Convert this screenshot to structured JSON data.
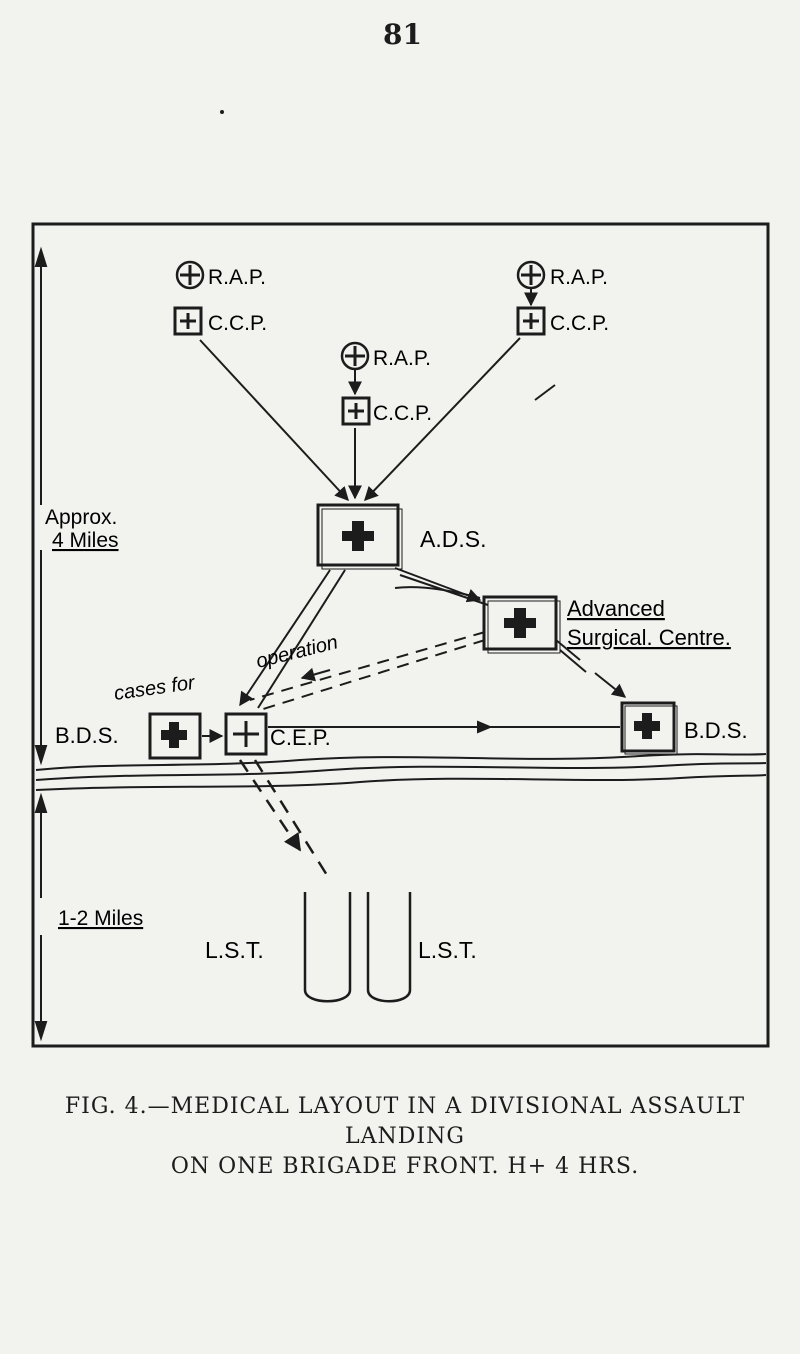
{
  "page_number": "81",
  "labels": {
    "rap": "R.A.P.",
    "ccp": "C.C.P.",
    "ads": "A.D.S.",
    "advanced": "Advanced",
    "surgical_centre": "Surgical. Centre.",
    "cases_for": "cases for",
    "operation": "operation",
    "bds": "B.D.S.",
    "cep": "C.E.P.",
    "lst": "L.S.T.",
    "approx": "Approx.",
    "four_miles": "4 Miles",
    "one_two_miles": "1-2 Miles"
  },
  "caption": {
    "line1": "FIG. 4.—MEDICAL LAYOUT IN A DIVISIONAL ASSAULT LANDING",
    "line2": "ON ONE BRIGADE FRONT.   H+ 4 HRS."
  },
  "colors": {
    "ink": "#1c1c1c",
    "paper": "#f2f2ef",
    "ghost": "#c9c9c4"
  }
}
